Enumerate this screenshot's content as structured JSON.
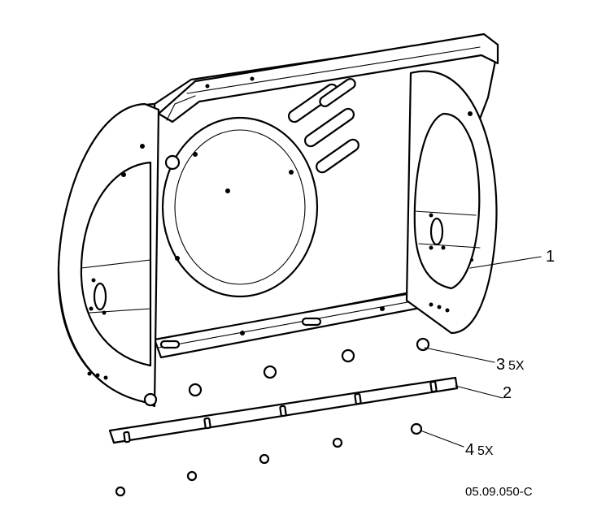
{
  "callouts": [
    {
      "id": "1",
      "text": "1"
    },
    {
      "id": "2",
      "text": "2"
    },
    {
      "id": "3",
      "text": "3",
      "qty": "5X"
    },
    {
      "id": "4",
      "text": "4",
      "qty": "5X"
    }
  ],
  "figure_code": "05.09.050-C"
}
